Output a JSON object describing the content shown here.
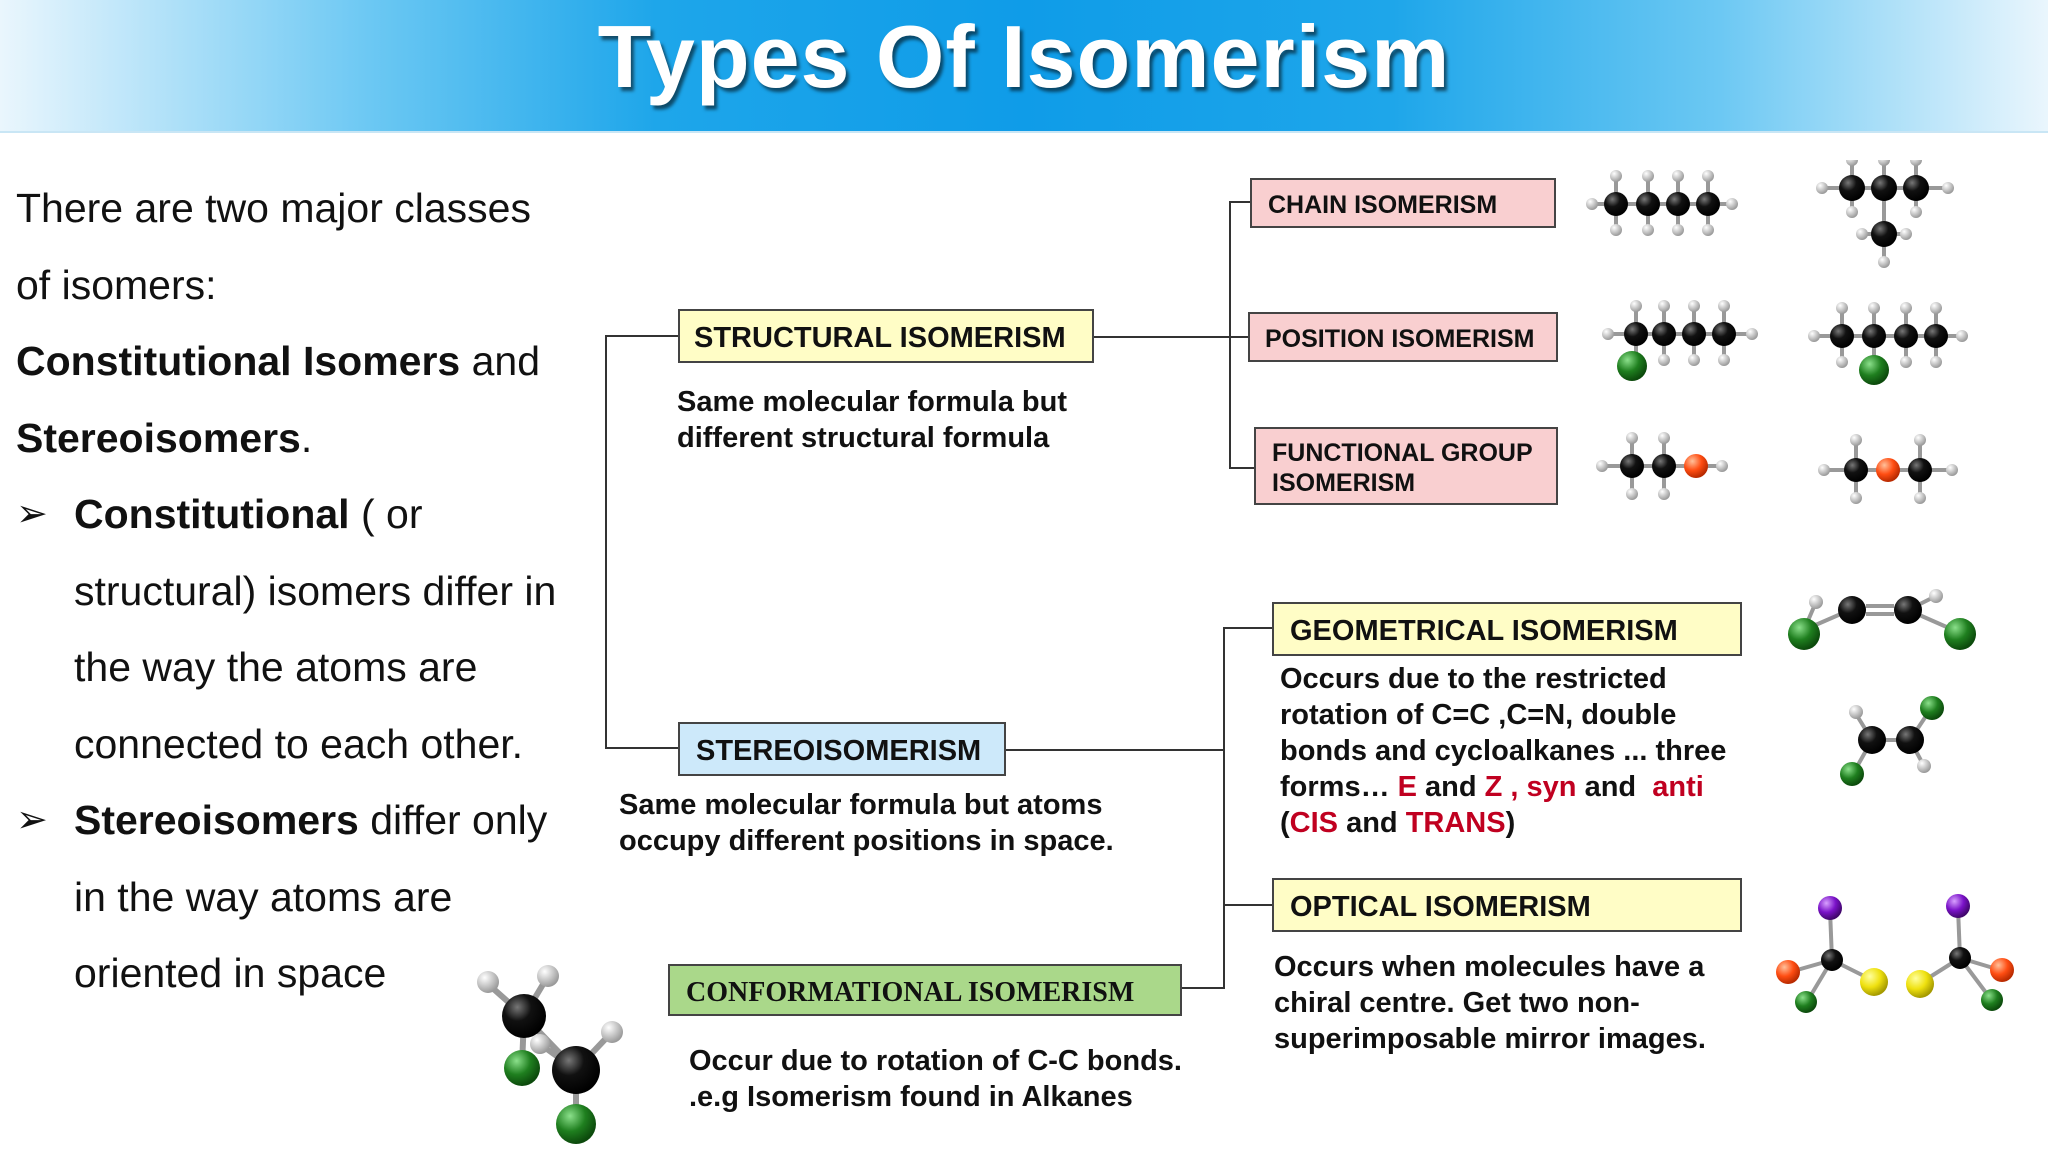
{
  "title": "Types Of Isomerism",
  "intro": {
    "line1": "There are two major classes of isomers:",
    "classes_a": "Constitutional Isomers",
    "and": " and ",
    "classes_b": "Stereoisomers",
    "period": ".",
    "bullet1_bold": "Constitutional",
    "bullet1_rest": " ( or structural) isomers differ in the way the atoms are connected to each other.",
    "bullet2_bold": "Stereoisomers",
    "bullet2_rest": " differ only in the way atoms are oriented in space"
  },
  "structural": {
    "label": "STRUCTURAL ISOMERISM",
    "desc": "Same molecular formula but different structural formula"
  },
  "stereo": {
    "label": "STEREOISOMERISM",
    "desc": "Same molecular formula but atoms occupy different positions in space."
  },
  "conformational": {
    "label": "CONFORMATIONAL ISOMERISM",
    "desc_line1": "Occur due to rotation of C-C bonds.",
    "desc_line2": ".e.g Isomerism found in Alkanes"
  },
  "chain": {
    "label": "CHAIN ISOMERISM"
  },
  "position": {
    "label": "POSITION ISOMERISM"
  },
  "functional": {
    "label_line1": "FUNCTIONAL GROUP",
    "label_line2": "ISOMERISM"
  },
  "geometrical": {
    "label": "GEOMETRICAL ISOMERISM",
    "desc_a": "Occurs due to the restricted rotation of C=C ,C=N, double bonds and cycloalkanes ... three forms… ",
    "e": "E",
    "and1": " and ",
    "z": "Z",
    "comma": " , ",
    "syn": "syn",
    "and2": " and ",
    "anti": "anti",
    "open": "(",
    "cis": "CIS",
    "and3": " and ",
    "trans": "TRANS",
    "close": ")"
  },
  "optical": {
    "label": "OPTICAL ISOMERISM",
    "desc": "Occurs when molecules have a chiral centre.  Get two non-superimposable mirror images."
  },
  "colors": {
    "carbon": "#111111",
    "hydrogen": "#d8d8d8",
    "chlorine": "#2e8b2e",
    "oxygen": "#ff5a1e",
    "purple": "#8a1fd0",
    "yellow": "#f0e418",
    "accent_red": "#c00020"
  }
}
